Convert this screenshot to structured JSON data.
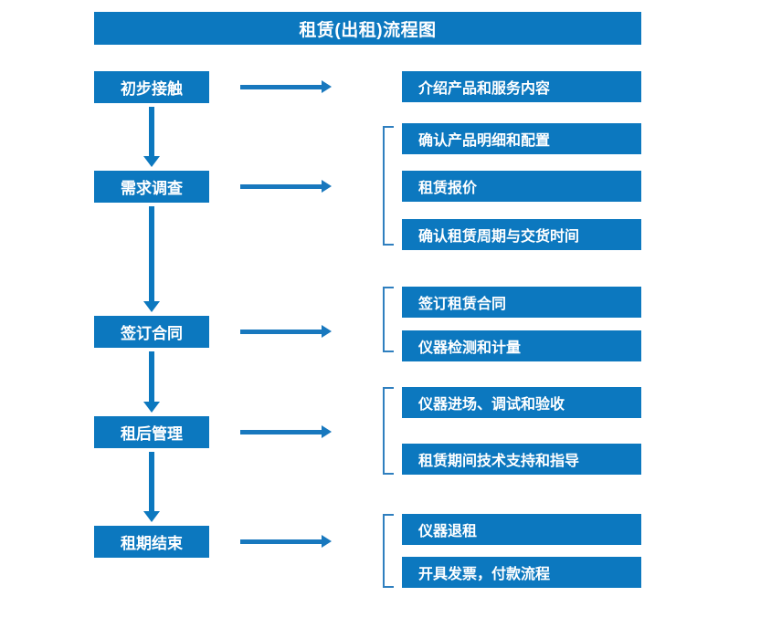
{
  "title": "租赁(出租)流程图",
  "colors": {
    "primary": "#0c78bf",
    "arrow": "#1878be",
    "bracket": "#2f7fbf",
    "background": "#ffffff",
    "text": "#ffffff"
  },
  "stages": [
    {
      "id": "initial-contact",
      "label": "初步接触"
    },
    {
      "id": "demand-survey",
      "label": "需求调查"
    },
    {
      "id": "sign-contract",
      "label": "签订合同"
    },
    {
      "id": "post-rent-manage",
      "label": "租后管理"
    },
    {
      "id": "lease-end",
      "label": "租期结束"
    }
  ],
  "details": {
    "initial_contact": [
      {
        "label": "介绍产品和服务内容"
      }
    ],
    "demand_survey": [
      {
        "label": "确认产品明细和配置"
      },
      {
        "label": "租赁报价"
      },
      {
        "label": "确认租赁周期与交货时间"
      }
    ],
    "sign_contract": [
      {
        "label": "签订租赁合同"
      },
      {
        "label": "仪器检测和计量"
      }
    ],
    "post_rent_manage": [
      {
        "label": "仪器进场、调试和验收"
      },
      {
        "label": "租赁期间技术支持和指导"
      }
    ],
    "lease_end": [
      {
        "label": "仪器退租"
      },
      {
        "label": "开具发票，付款流程"
      }
    ]
  },
  "connectors": {
    "vertical_arrow_name": "down-arrow-icon",
    "horizontal_arrow_name": "right-arrow-icon",
    "bracket_name": "group-bracket-icon"
  }
}
